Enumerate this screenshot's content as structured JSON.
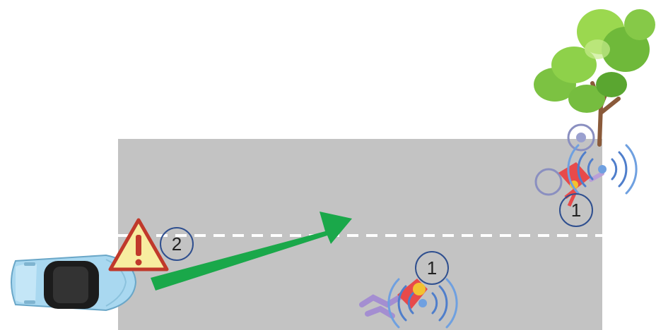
{
  "scene": {
    "road_color": "#c3c3c3",
    "lane_marking_color": "#ffffff",
    "arrow_color": "#1aa84a",
    "warning_fill": "#f7eda0",
    "warning_stroke": "#c0392b",
    "badge_stroke": "#2f4f8f"
  },
  "badges": {
    "warning_number": "2",
    "cyclist_number": "1",
    "pedestrian_number": "1"
  },
  "icons": {
    "car": "car-icon",
    "warning": "warning-triangle-icon",
    "direction": "direction-arrow-icon",
    "cyclist": "cyclist-icon",
    "pedestrian": "fallen-pedestrian-icon",
    "tree": "tree-icon",
    "signal": "wireless-signal-icon"
  }
}
